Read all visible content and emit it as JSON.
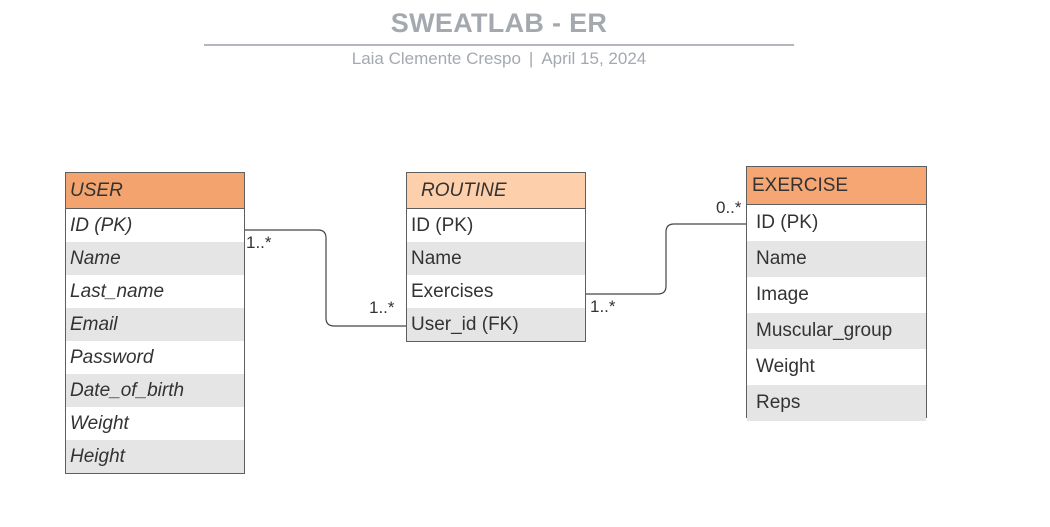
{
  "header": {
    "title": "SWEATLAB - ER",
    "author": "Laia Clemente Crespo",
    "separator": "|",
    "date": "April 15, 2024"
  },
  "entities": {
    "user": {
      "name": "USER",
      "header_color": "#f3a36e",
      "attributes": [
        "ID (PK)",
        "Name",
        "Last_name",
        "Email",
        "Password",
        "Date_of_birth",
        "Weight",
        "Height"
      ]
    },
    "routine": {
      "name": "ROUTINE",
      "header_color": "#fdcfab",
      "attributes": [
        "ID (PK)",
        "Name",
        "Exercises",
        "User_id (FK)"
      ]
    },
    "exercise": {
      "name": "EXERCISE",
      "header_color": "#f5a672",
      "attributes": [
        "ID (PK)",
        "Name",
        "Image",
        "Muscular_group",
        "Weight",
        "Reps"
      ]
    }
  },
  "relationships": [
    {
      "from": "user",
      "to": "routine",
      "from_cardinality": "1..*",
      "to_cardinality": "1..*"
    },
    {
      "from": "routine",
      "to": "exercise",
      "from_cardinality": "1..*",
      "to_cardinality": "0..*"
    }
  ],
  "colors": {
    "title": "#a4a9b0",
    "border": "#5e5e5e",
    "alt_row": "#e5e5e5"
  }
}
